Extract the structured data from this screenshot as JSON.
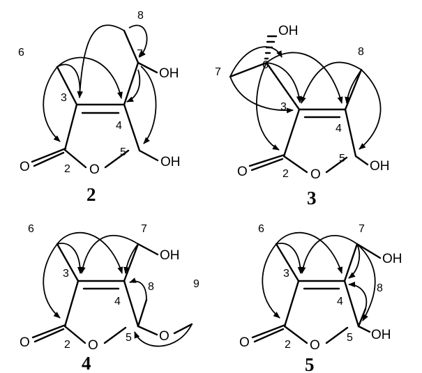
{
  "compounds": [
    {
      "label": "2",
      "numbers": [
        "6",
        "8",
        "7",
        "3",
        "4",
        "2",
        "5"
      ],
      "atoms": [
        "OH",
        "O",
        "O",
        "OH"
      ]
    },
    {
      "label": "3",
      "numbers": [
        "6",
        "7",
        "8",
        "3",
        "4",
        "2",
        "5"
      ],
      "atoms": [
        "OH",
        "O",
        "O",
        "OH"
      ]
    },
    {
      "label": "4",
      "numbers": [
        "6",
        "7",
        "8",
        "9",
        "3",
        "4",
        "2",
        "5"
      ],
      "atoms": [
        "OH",
        "O",
        "O",
        "O"
      ]
    },
    {
      "label": "5",
      "numbers": [
        "6",
        "7",
        "8",
        "3",
        "4",
        "2",
        "5"
      ],
      "atoms": [
        "OH",
        "O",
        "O",
        "OH"
      ]
    }
  ]
}
